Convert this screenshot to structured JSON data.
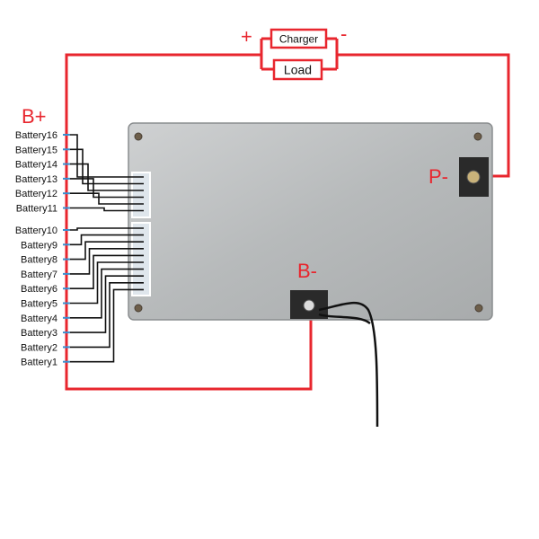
{
  "diagram": {
    "positive_label": "B+",
    "negative_label": "B-",
    "p_minus_label": "P-",
    "plus_sign": "+",
    "minus_sign": "-",
    "charger_label": "Charger",
    "load_label": "Load",
    "batteries": [
      {
        "label": "Battery16",
        "cell": 16
      },
      {
        "label": "Battery15",
        "cell": 15
      },
      {
        "label": "Battery14",
        "cell": 14
      },
      {
        "label": "Battery13",
        "cell": 13
      },
      {
        "label": "Battery12",
        "cell": 12
      },
      {
        "label": "Battery11",
        "cell": 11
      },
      {
        "label": "Battery10",
        "cell": 10
      },
      {
        "label": "Battery9",
        "cell": 9
      },
      {
        "label": "Battery8",
        "cell": 8
      },
      {
        "label": "Battery7",
        "cell": 7
      },
      {
        "label": "Battery6",
        "cell": 6
      },
      {
        "label": "Battery5",
        "cell": 5
      },
      {
        "label": "Battery4",
        "cell": 4
      },
      {
        "label": "Battery3",
        "cell": 3
      },
      {
        "label": "Battery2",
        "cell": 2
      },
      {
        "label": "Battery1",
        "cell": 1
      }
    ],
    "colors": {
      "wire_red": "#e8262e",
      "wire_black": "#111111",
      "board": "#b9bcbd",
      "board_edge": "#8a8d8f",
      "connector": "#dfe6ec",
      "label_red": "#e8262e"
    }
  }
}
